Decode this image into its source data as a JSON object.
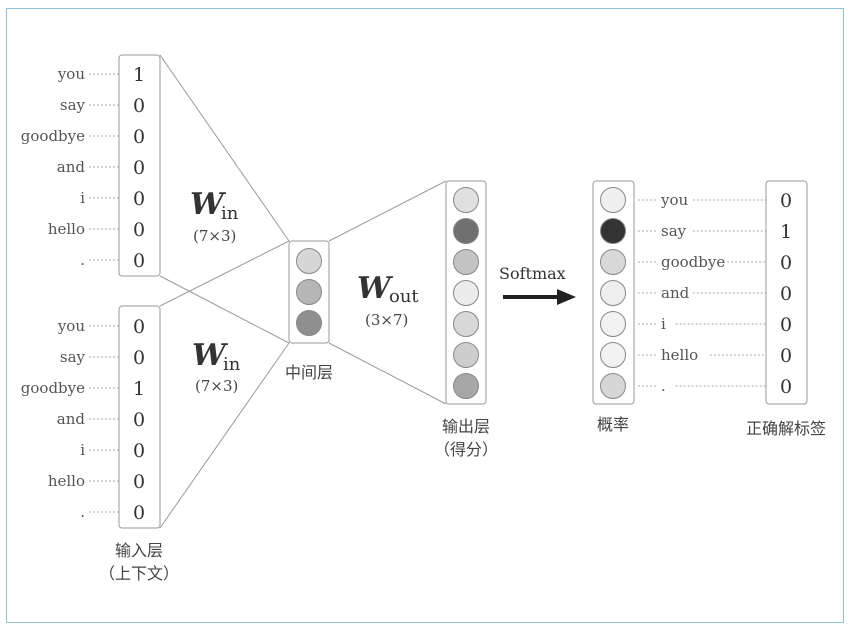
{
  "vocab": [
    "you",
    "say",
    "goodbye",
    "and",
    "i",
    "hello",
    "."
  ],
  "input1_values": [
    "1",
    "0",
    "0",
    "0",
    "0",
    "0",
    "0"
  ],
  "input2_values": [
    "0",
    "0",
    "1",
    "0",
    "0",
    "0",
    "0"
  ],
  "w_in_1": {
    "letter": "W",
    "sub": "in",
    "dims": "(7×3)"
  },
  "w_in_2": {
    "letter": "W",
    "sub": "in",
    "dims": "(7×3)"
  },
  "w_out": {
    "letter": "W",
    "sub": "out",
    "dims": "(3×7)"
  },
  "hidden_layer": {
    "label": "中间层",
    "neuron_colors": [
      "#d6d6d6",
      "#b6b6b6",
      "#8f8f8f"
    ]
  },
  "output_layer": {
    "label": "输出层",
    "sublabel": "（得分）",
    "neuron_colors": [
      "#e0e0e0",
      "#707070",
      "#c4c4c4",
      "#ececec",
      "#d8d8d8",
      "#cdcdcd",
      "#a7a7a7"
    ]
  },
  "softmax_label": "Softmax",
  "probability": {
    "label": "概率",
    "neuron_colors": [
      "#f0f0f0",
      "#333333",
      "#d8d8d8",
      "#eeeeee",
      "#f2f2f2",
      "#f2f2f2",
      "#d6d6d6"
    ]
  },
  "target": {
    "label": "正确解标签",
    "values": [
      "0",
      "1",
      "0",
      "0",
      "0",
      "0",
      "0"
    ]
  },
  "input_layer": {
    "label": "输入层",
    "sublabel": "（上下文）"
  }
}
